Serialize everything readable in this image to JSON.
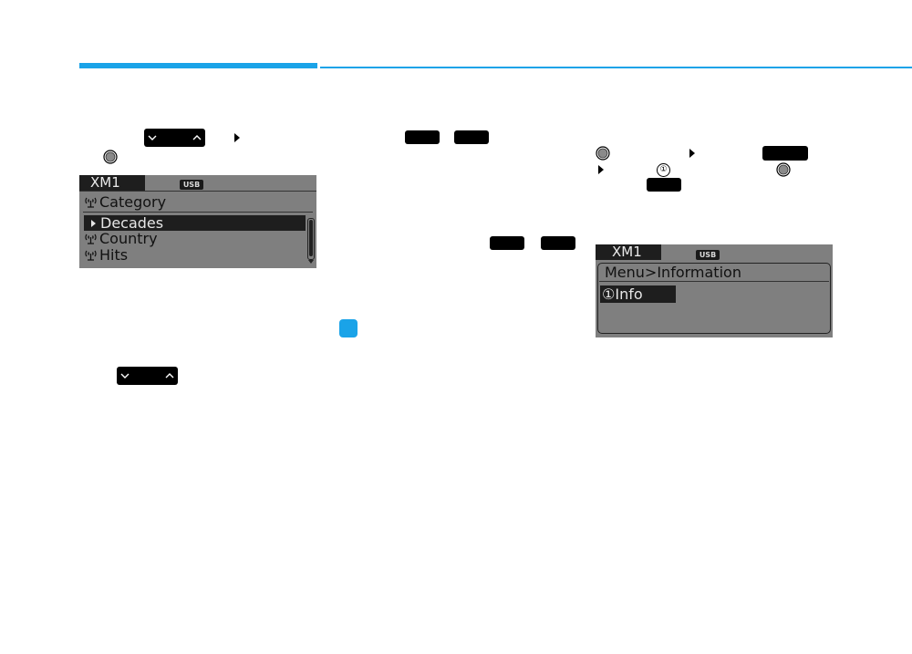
{
  "colors": {
    "accent": "#1aa3e8",
    "lcd_background": "#7f7f7f",
    "lcd_dark": "#1e1e1e",
    "button": "#000000"
  },
  "icons": {
    "seek_button": "seek-down-up-icon",
    "knob": "tune-knob-icon",
    "arrow": "right-triangle-icon",
    "antenna": "antenna-icon",
    "preset": "circled-one-icon",
    "note_badge": "blue-square-icon"
  },
  "screen1": {
    "tab_label": "XM1",
    "usb_label": "USB",
    "header": "Category",
    "items": [
      {
        "label": "Decades",
        "selected": true
      },
      {
        "label": "Country",
        "selected": false
      },
      {
        "label": "Hits",
        "selected": false
      }
    ]
  },
  "screen2": {
    "tab_label": "XM1",
    "usb_label": "USB",
    "header": "Menu>Information",
    "item_symbol": "①",
    "item_label": "Info"
  },
  "inline": {
    "preset_symbol": "①"
  }
}
